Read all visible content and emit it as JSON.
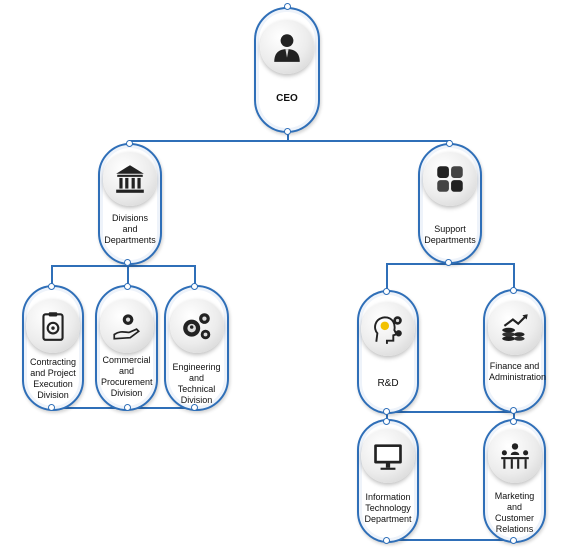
{
  "nodes": {
    "ceo": {
      "label": "CEO",
      "icon": "ceo-icon"
    },
    "divisions": {
      "label": "Divisions and Departments",
      "icon": "bank-icon"
    },
    "support": {
      "label": "Support Departments",
      "icon": "handshake-icon"
    },
    "contracting": {
      "label": "Contracting and Project Execution Division",
      "icon": "clipboard-gear-icon"
    },
    "commercial": {
      "label": "Commercial and Procurement Division",
      "icon": "gear-hand-icon"
    },
    "engineering": {
      "label": "Engineering and Technical Division",
      "icon": "gears-person-icon"
    },
    "rnd": {
      "label": "R&D",
      "icon": "head-gears-icon"
    },
    "finance": {
      "label": "Finance and Administration",
      "icon": "coins-chart-icon"
    },
    "it": {
      "label": "Information Technology Department",
      "icon": "monitor-icon"
    },
    "marketing": {
      "label": "Marketing and Customer Relations",
      "icon": "meeting-icon"
    }
  },
  "colors": {
    "connector": "#2f6fb8",
    "icon": "#222222"
  }
}
